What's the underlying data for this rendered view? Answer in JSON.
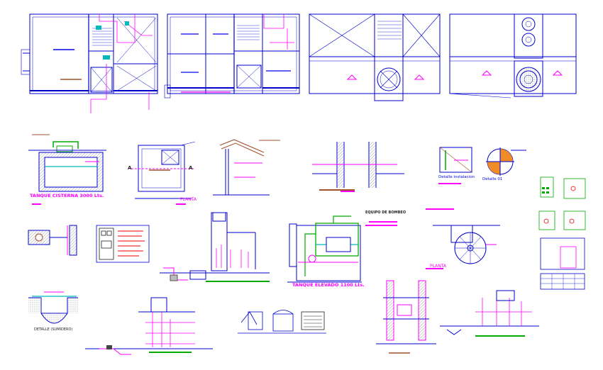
{
  "labels": {
    "cisterna": "TANQUE CISTERNA 3000 Lts.",
    "planta_small": "PLANTA",
    "equipo_bombeo": "EQUIPO DE BOMBEO",
    "tanque_elevado": "TANQUE ELEVADO 1100 Lts.",
    "planta_escalera": "PLANTA",
    "detalle_instalacion": "Detalle instalacion",
    "detalle_01": "Detalle 01",
    "detalle_sumidero": "DETALLE (SUMIDERO)",
    "section_a_left": "A",
    "section_a_right": "A"
  },
  "colors": {
    "background": "#ffffff",
    "wall": "#0000cc",
    "pipe": "#ff00ff",
    "water": "#00bbbb",
    "ground": "#00aa00",
    "hatch": "#a0522d",
    "red": "#ee0000"
  }
}
